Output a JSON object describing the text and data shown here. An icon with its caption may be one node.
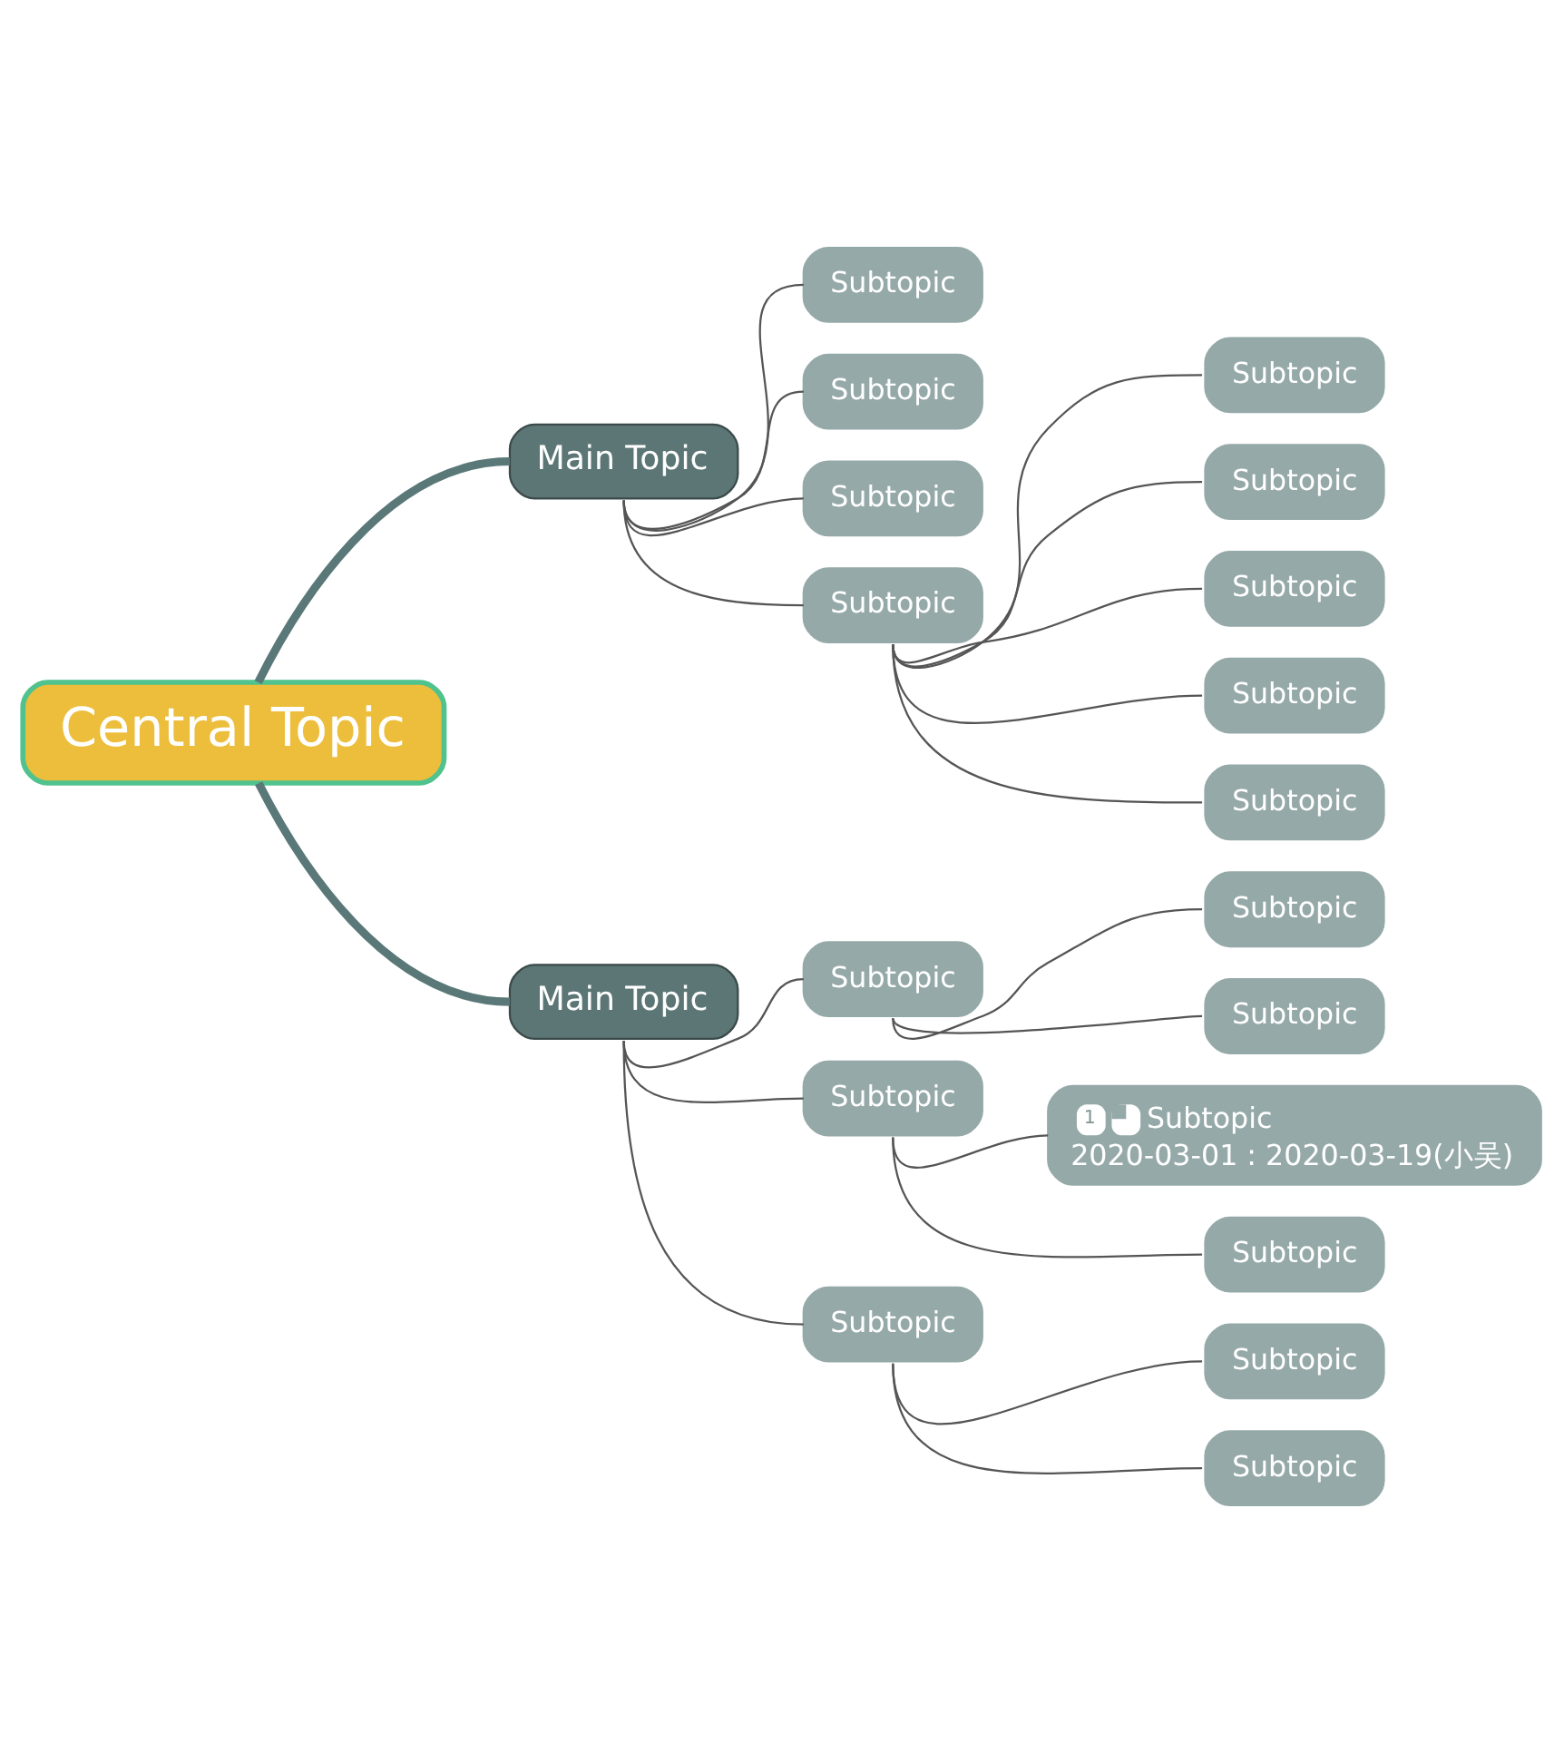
{
  "diagram": {
    "nodes": [
      {
        "text": [
          "Central Topic"
        ]
      },
      {
        "text": [
          "Main Topic"
        ]
      },
      {
        "text": [
          "Subtopic"
        ]
      },
      {
        "text": [
          "Subtopic"
        ]
      },
      {
        "text": [
          "Subtopic"
        ]
      },
      {
        "text": [
          "Subtopic"
        ]
      },
      {
        "text": [
          "Subtopic"
        ]
      },
      {
        "text": [
          "Subtopic"
        ]
      },
      {
        "text": [
          "Subtopic"
        ]
      },
      {
        "text": [
          "Subtopic"
        ]
      },
      {
        "text": [
          "Subtopic"
        ]
      },
      {
        "text": [
          "Main Topic"
        ]
      },
      {
        "text": [
          "Subtopic"
        ]
      },
      {
        "text": [
          "Subtopic"
        ]
      },
      {
        "text": [
          "Subtopic"
        ]
      },
      {
        "text": [
          "Subtopic"
        ]
      },
      {
        "text": [
          "1",
          "Subtopic",
          "2020-03-01 : 2020-03-19(小吴)"
        ]
      },
      {
        "text": [
          "Subtopic"
        ]
      },
      {
        "text": [
          "Subtopic"
        ]
      },
      {
        "text": [
          "Subtopic"
        ]
      },
      {
        "text": [
          "Subtopic"
        ]
      }
    ],
    "edges": [
      {
        "from": 0,
        "to": 1,
        "arrow": "none",
        "style": "thick",
        "color": "#5b7878"
      },
      {
        "from": 0,
        "to": 11,
        "arrow": "none",
        "style": "thick",
        "color": "#5b7878"
      },
      {
        "from": 1,
        "to": 2,
        "arrow": "none"
      },
      {
        "from": 1,
        "to": 3,
        "arrow": "none"
      },
      {
        "from": 1,
        "to": 4,
        "arrow": "none"
      },
      {
        "from": 1,
        "to": 5,
        "arrow": "none"
      },
      {
        "from": 5,
        "to": 6,
        "arrow": "none"
      },
      {
        "from": 5,
        "to": 7,
        "arrow": "none"
      },
      {
        "from": 5,
        "to": 8,
        "arrow": "none"
      },
      {
        "from": 5,
        "to": 9,
        "arrow": "none"
      },
      {
        "from": 5,
        "to": 10,
        "arrow": "none"
      },
      {
        "from": 11,
        "to": 12,
        "arrow": "none"
      },
      {
        "from": 12,
        "to": 13,
        "arrow": "none"
      },
      {
        "from": 12,
        "to": 14,
        "arrow": "none"
      },
      {
        "from": 11,
        "to": 15,
        "arrow": "none"
      },
      {
        "from": 15,
        "to": 16,
        "arrow": "none"
      },
      {
        "from": 15,
        "to": 17,
        "arrow": "none"
      },
      {
        "from": 11,
        "to": 18,
        "arrow": "none"
      },
      {
        "from": 18,
        "to": 19,
        "arrow": "none"
      },
      {
        "from": 18,
        "to": 20,
        "arrow": "none"
      }
    ]
  }
}
